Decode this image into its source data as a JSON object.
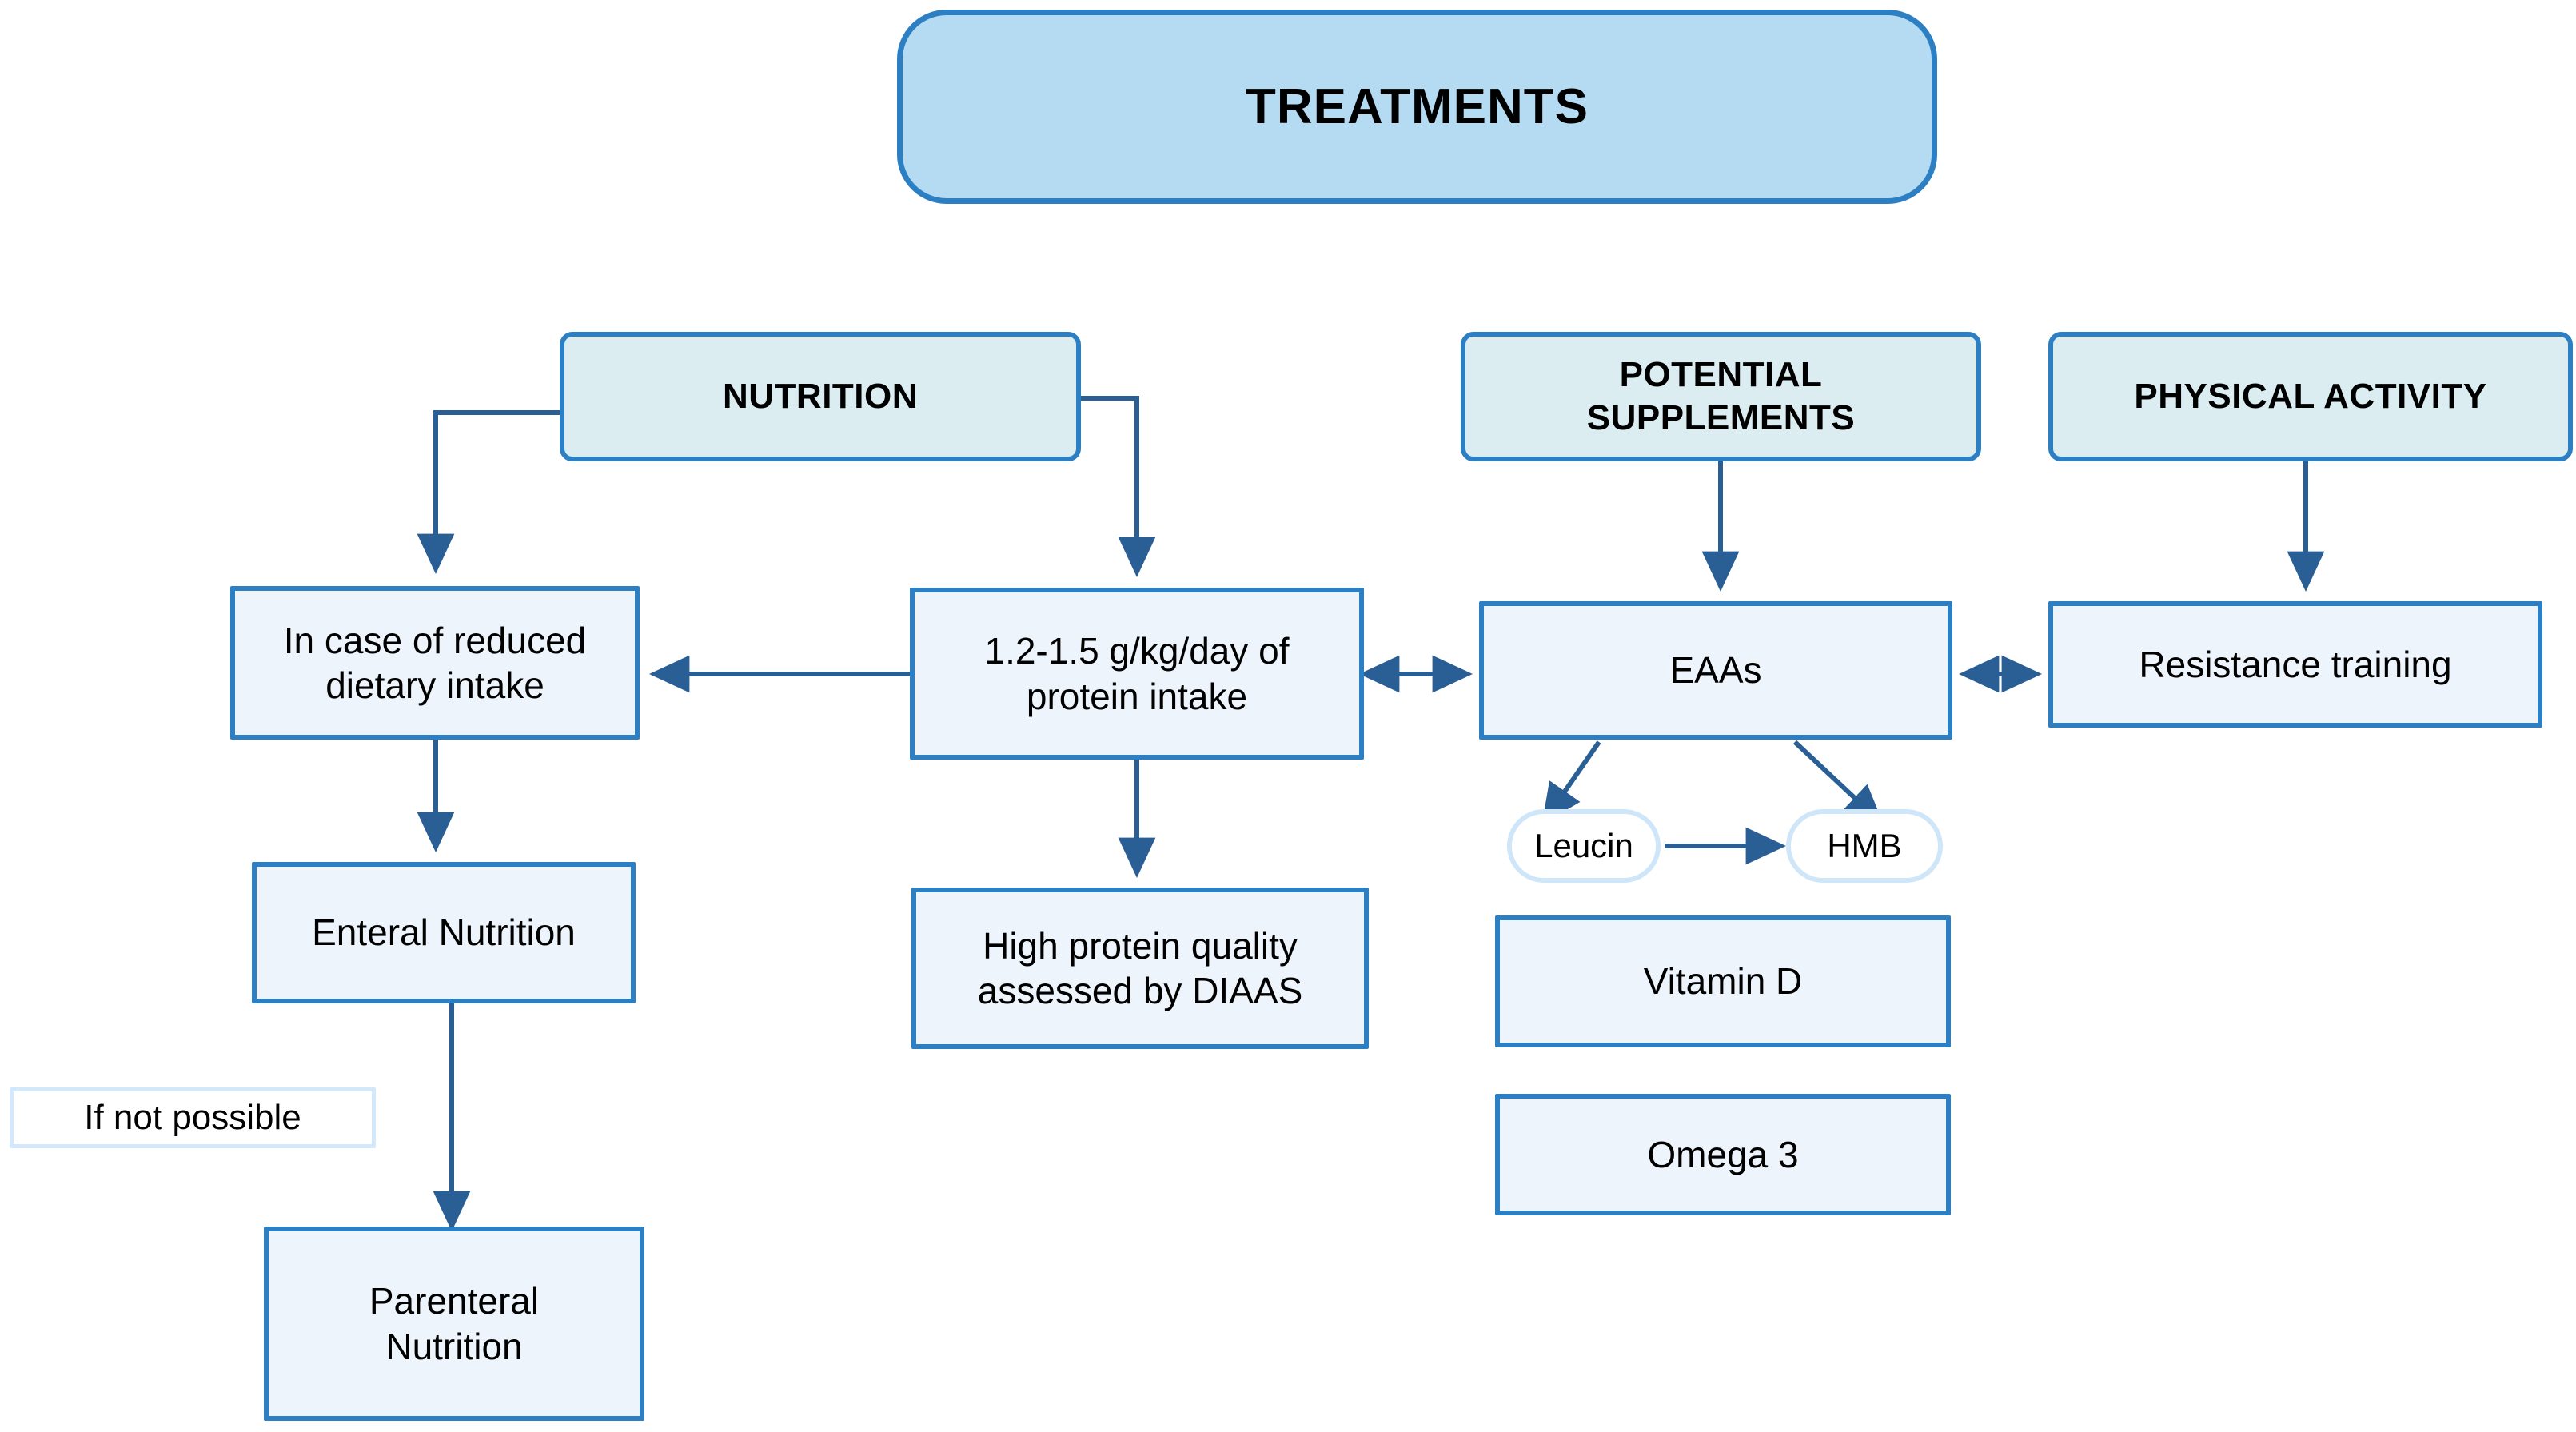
{
  "diagram": {
    "title": "TREATMENTS",
    "colors": {
      "accent_border": "#2d7fc4",
      "banner_fill": "#b5dbf3",
      "category_fill": "#dcedf2",
      "box_fill": "#eef4fb",
      "pill_border": "#cfe6f9",
      "connector": "#2a5f96",
      "text": "#000000",
      "background": "#ffffff"
    },
    "banner": {
      "label": "TREATMENTS"
    },
    "categories": [
      {
        "id": "nutrition",
        "label": "NUTRITION"
      },
      {
        "id": "potential-supplements",
        "label": "POTENTIAL\nSUPPLEMENTS",
        "line1": "POTENTIAL",
        "line2": "SUPPLEMENTS"
      },
      {
        "id": "physical-activity",
        "label": "PHYSICAL ACTIVITY"
      }
    ],
    "nodes": {
      "reduced_intake": {
        "line1": "In case of reduced",
        "line2": "dietary intake"
      },
      "protein_intake": {
        "line1": "1.2-1.5 g/kg/day of",
        "line2": "protein intake"
      },
      "eaas": {
        "label": "EAAs"
      },
      "resistance_training": {
        "label": "Resistance training"
      },
      "enteral_nutrition": {
        "label": "Enteral Nutrition"
      },
      "protein_quality": {
        "line1": "High protein quality",
        "line2": "assessed by DIAAS"
      },
      "leucin": {
        "label": "Leucin"
      },
      "hmb": {
        "label": "HMB"
      },
      "vitamin_d": {
        "label": "Vitamin D"
      },
      "omega_3": {
        "label": "Omega 3"
      },
      "if_not_possible": {
        "label": "If not possible"
      },
      "parenteral_nutrition": {
        "line1": "Parenteral",
        "line2": "Nutrition"
      }
    },
    "edges": [
      {
        "from": "nutrition",
        "to": "reduced_intake",
        "style": "elbow",
        "arrow": "single"
      },
      {
        "from": "nutrition",
        "to": "protein_intake",
        "style": "elbow",
        "arrow": "single"
      },
      {
        "from": "potential-supplements",
        "to": "eaas",
        "style": "straight",
        "arrow": "single"
      },
      {
        "from": "physical-activity",
        "to": "resistance_training",
        "style": "straight",
        "arrow": "single"
      },
      {
        "from": "protein_intake",
        "to": "reduced_intake",
        "style": "straight",
        "arrow": "single"
      },
      {
        "from": "protein_intake",
        "to": "eaas",
        "style": "straight",
        "arrow": "double"
      },
      {
        "from": "eaas",
        "to": "resistance_training",
        "style": "straight",
        "arrow": "double"
      },
      {
        "from": "reduced_intake",
        "to": "enteral_nutrition",
        "style": "straight",
        "arrow": "single"
      },
      {
        "from": "protein_intake",
        "to": "protein_quality",
        "style": "straight",
        "arrow": "single"
      },
      {
        "from": "eaas",
        "to": "leucin",
        "style": "diagonal",
        "arrow": "single"
      },
      {
        "from": "eaas",
        "to": "hmb",
        "style": "diagonal",
        "arrow": "single"
      },
      {
        "from": "leucin",
        "to": "hmb",
        "style": "straight",
        "arrow": "single"
      },
      {
        "from": "enteral_nutrition",
        "to": "parenteral_nutrition",
        "style": "straight",
        "arrow": "single"
      }
    ]
  }
}
